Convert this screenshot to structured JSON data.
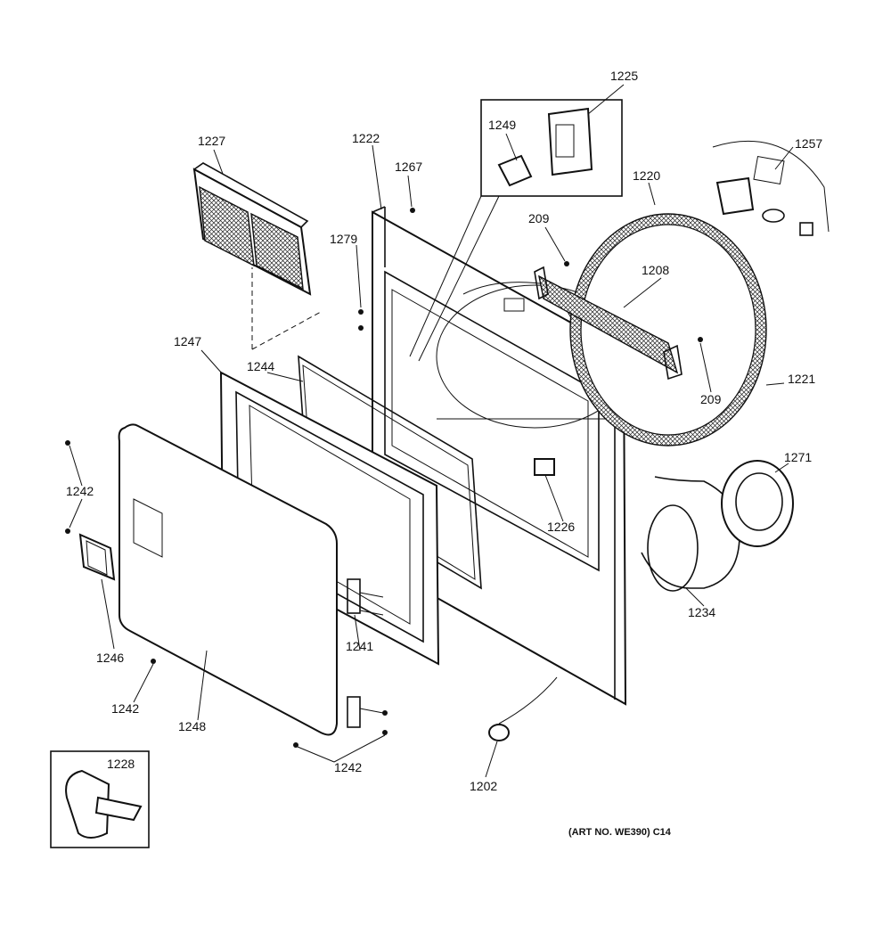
{
  "callouts": {
    "c1225": "1225",
    "c1249": "1249",
    "c1227": "1227",
    "c1222": "1222",
    "c1267": "1267",
    "c1257": "1257",
    "c1220": "1220",
    "c209a": "209",
    "c1279": "1279",
    "c1208": "1208",
    "c1247": "1247",
    "c1244": "1244",
    "c209b": "209",
    "c1221": "1221",
    "c1242a": "1242",
    "c1271": "1271",
    "c1226": "1226",
    "c1246": "1246",
    "c1234": "1234",
    "c1241": "1241",
    "c1242b": "1242",
    "c1248": "1248",
    "c1242c": "1242",
    "c1228": "1228",
    "c1202": "1202"
  },
  "art_number": "(ART NO. WE390) C14",
  "colors": {
    "line": "#111111",
    "background": "#ffffff"
  }
}
